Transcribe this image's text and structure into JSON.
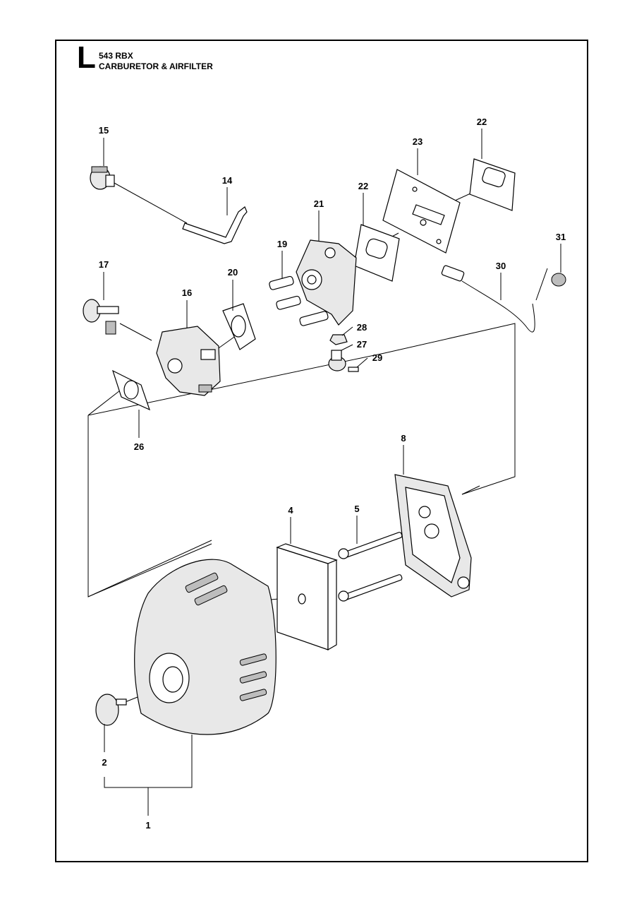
{
  "header": {
    "section_letter": "L",
    "model": "543 RBX",
    "title": "CARBURETOR & AIRFILTER"
  },
  "callouts": [
    "15",
    "14",
    "23",
    "22",
    "22",
    "21",
    "19",
    "17",
    "20",
    "16",
    "30",
    "31",
    "28",
    "27",
    "29",
    "26",
    "8",
    "4",
    "5",
    "2",
    "1"
  ]
}
